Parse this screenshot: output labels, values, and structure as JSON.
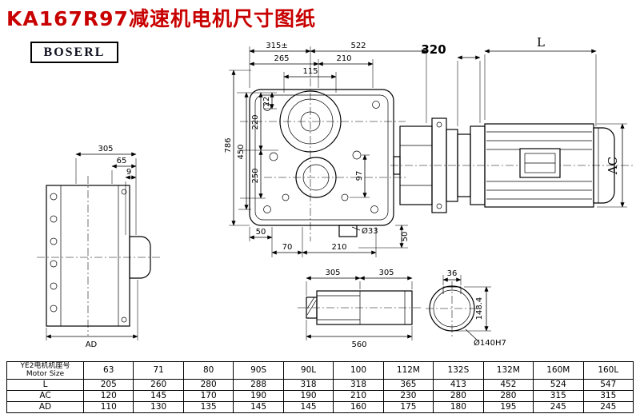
{
  "title": "KA167R97减速机电机尺寸图纸",
  "brand": "BOSERL",
  "colors": {
    "title": "#c80000",
    "line": "#000000"
  },
  "dims": {
    "left_view": {
      "w305": "305",
      "w65": "65",
      "w9": "9",
      "ad": "AD"
    },
    "front_view": {
      "d315": "315±",
      "d522": "522",
      "d265": "265",
      "d210_top": "210",
      "d115": "115",
      "d22": "22",
      "d220": "220",
      "d250": "250",
      "d450": "450",
      "d786": "786",
      "d97": "97",
      "d50_left": "50",
      "d70": "70",
      "d210_bottom": "210",
      "d33": "Ø33",
      "d50_right": "50"
    },
    "assembly": {
      "d320": "320",
      "l": "L",
      "ac": "AC"
    },
    "shaft": {
      "d305_a": "305",
      "d305_b": "305",
      "d560": "560"
    },
    "section": {
      "d36": "36",
      "d148": "148.4",
      "d140": "Ø140H7"
    }
  },
  "table": {
    "header_cn": "YE2电机机座号",
    "header_en": "Motor Size",
    "columns": [
      "63",
      "71",
      "80",
      "90S",
      "90L",
      "100",
      "112M",
      "132S",
      "132M",
      "160M",
      "160L"
    ],
    "rows": [
      {
        "label": "L",
        "values": [
          "205",
          "260",
          "280",
          "288",
          "318",
          "318",
          "365",
          "413",
          "452",
          "524",
          "547"
        ]
      },
      {
        "label": "AC",
        "values": [
          "120",
          "145",
          "170",
          "190",
          "190",
          "210",
          "230",
          "280",
          "280",
          "315",
          "315"
        ]
      },
      {
        "label": "AD",
        "values": [
          "110",
          "130",
          "135",
          "145",
          "145",
          "160",
          "175",
          "180",
          "195",
          "245",
          "245"
        ]
      }
    ]
  }
}
